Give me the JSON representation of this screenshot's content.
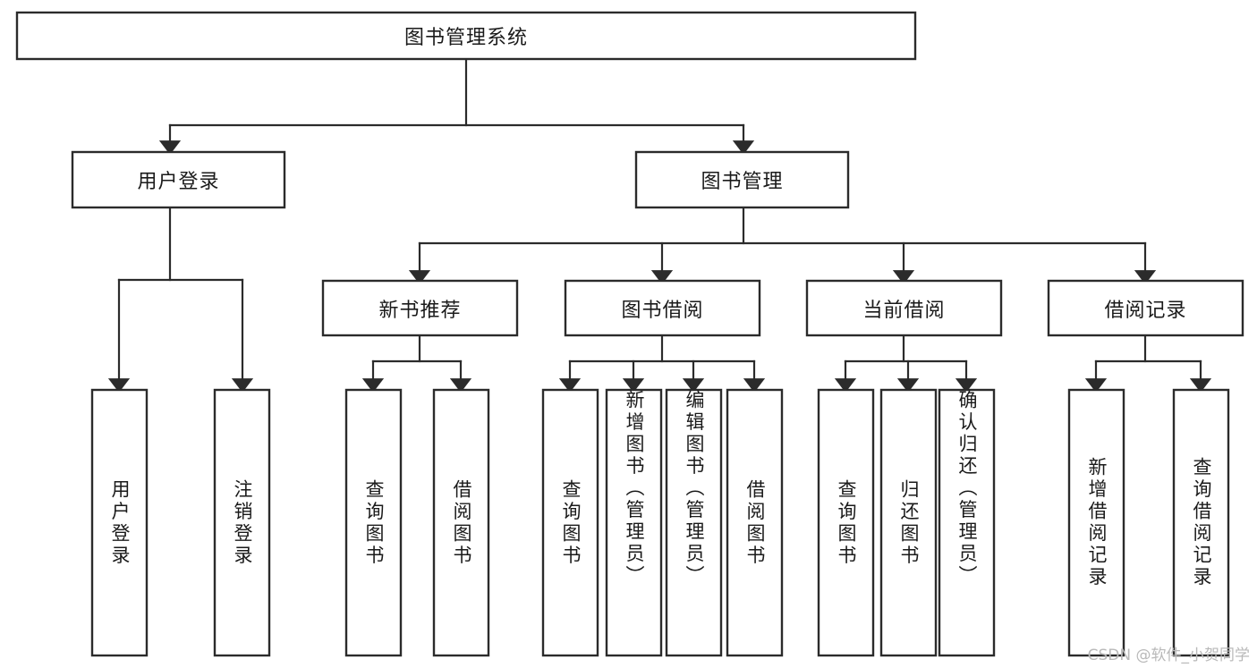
{
  "diagram": {
    "type": "hierarchy-tree",
    "title": "图书管理系统",
    "watermark": "CSDN @软件_小贺同学",
    "colors": {
      "box_stroke": "#2b2b2b",
      "box_fill": "#ffffff",
      "edge": "#2b2b2b",
      "text": "#1a1a1a",
      "watermark": "#b9b9b9",
      "background": "#ffffff"
    },
    "root": {
      "label": "图书管理系统",
      "orientation": "horizontal"
    },
    "level2": [
      {
        "label": "用户登录",
        "orientation": "horizontal"
      },
      {
        "label": "图书管理",
        "orientation": "horizontal"
      }
    ],
    "level3": [
      {
        "label": "新书推荐",
        "orientation": "horizontal",
        "parent": "图书管理"
      },
      {
        "label": "图书借阅",
        "orientation": "horizontal",
        "parent": "图书管理"
      },
      {
        "label": "当前借阅",
        "orientation": "horizontal",
        "parent": "图书管理"
      },
      {
        "label": "借阅记录",
        "orientation": "horizontal",
        "parent": "图书管理"
      }
    ],
    "leaves": {
      "用户登录": [
        {
          "label": "用户登录",
          "orientation": "vertical"
        },
        {
          "label": "注销登录",
          "orientation": "vertical"
        }
      ],
      "新书推荐": [
        {
          "label": "查询图书",
          "orientation": "vertical"
        },
        {
          "label": "借阅图书",
          "orientation": "vertical"
        }
      ],
      "图书借阅": [
        {
          "label": "查询图书",
          "orientation": "vertical"
        },
        {
          "label": "新增图书（管理员）",
          "orientation": "vertical"
        },
        {
          "label": "编辑图书（管理员）",
          "orientation": "vertical"
        },
        {
          "label": "借阅图书",
          "orientation": "vertical"
        }
      ],
      "当前借阅": [
        {
          "label": "查询图书",
          "orientation": "vertical"
        },
        {
          "label": "归还图书",
          "orientation": "vertical"
        },
        {
          "label": "确认归还（管理员）",
          "orientation": "vertical"
        }
      ],
      "借阅记录": [
        {
          "label": "新增借阅记录",
          "orientation": "vertical"
        },
        {
          "label": "查询借阅记录",
          "orientation": "vertical"
        }
      ]
    }
  }
}
